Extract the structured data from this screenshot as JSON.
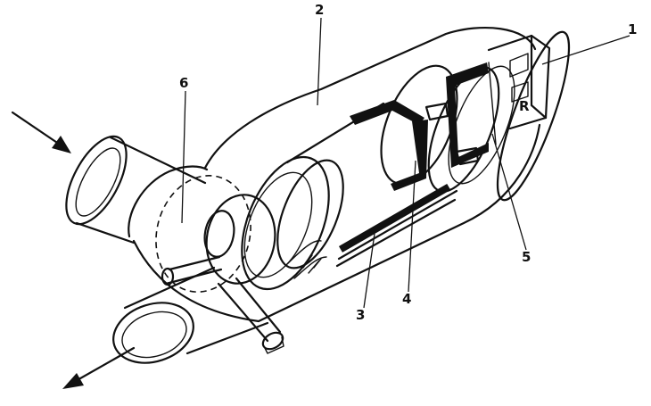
{
  "labels": {
    "l1": "1",
    "l2": "2",
    "l3": "3",
    "l4": "4",
    "l5": "5",
    "l6": "6"
  },
  "connector_mark": "R"
}
